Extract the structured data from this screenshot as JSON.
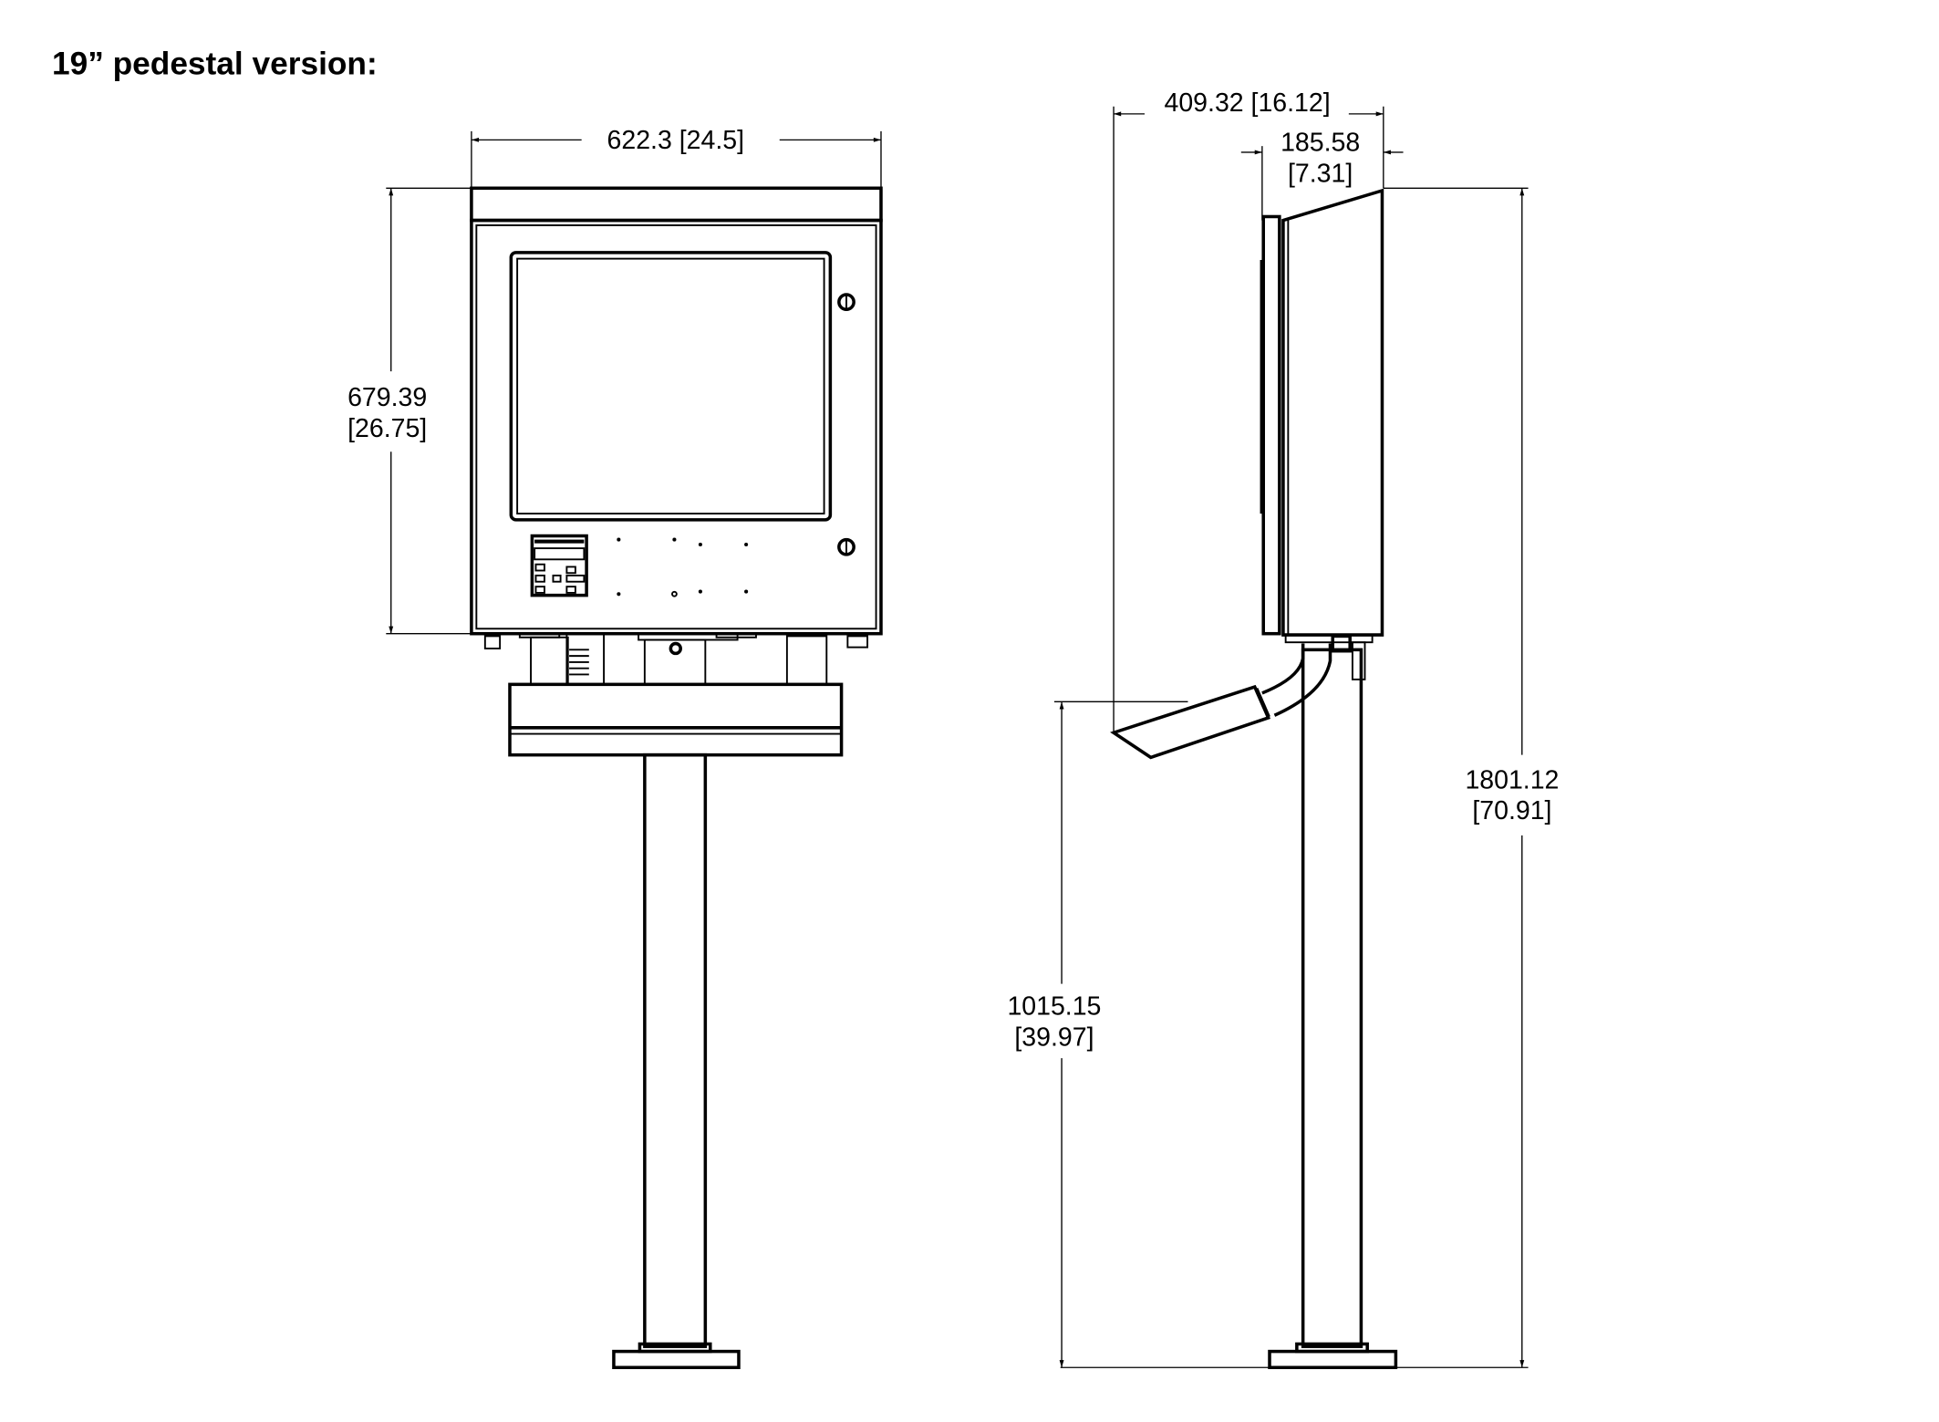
{
  "title": "19” pedestal version:",
  "front_view": {
    "width_dim": "622.3 [24.5]",
    "height_dim_mm": "679.39",
    "height_dim_in": "[26.75]"
  },
  "side_view": {
    "depth_total_dim": "409.32 [16.12]",
    "depth_enclosure_mm": "185.58",
    "depth_enclosure_in": "[7.31]",
    "total_height_mm": "1801.12",
    "total_height_in": "[70.91]",
    "scanner_height_mm": "1015.15",
    "scanner_height_in": "[39.97]"
  }
}
